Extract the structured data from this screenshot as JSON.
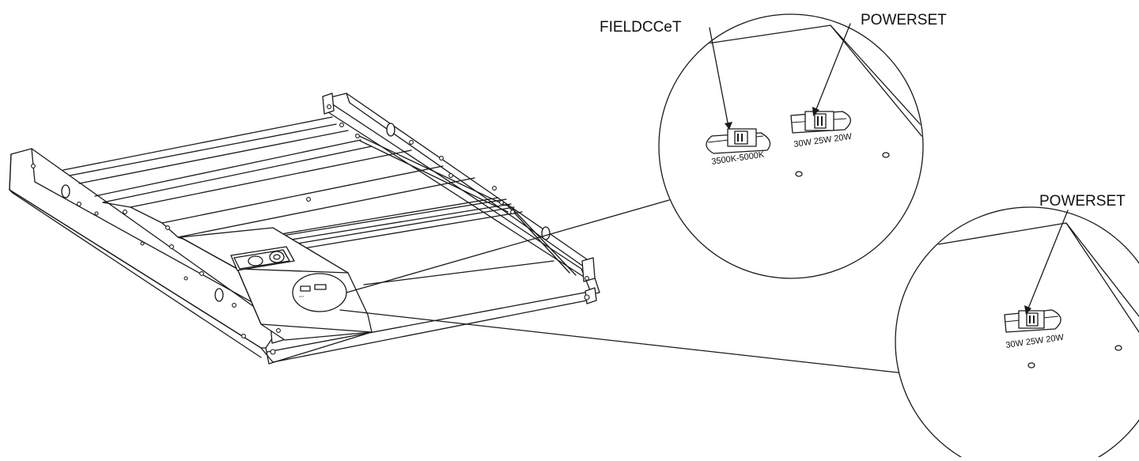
{
  "labels": {
    "field_cct": "FIELDCCeT",
    "powerset_top": "POWERSET",
    "powerset_bottom": "POWERSET"
  },
  "switches": {
    "cct_range": "3500K-5000K",
    "power_options": "30W 25W 20W"
  },
  "colors": {
    "line": "#1a1a1a",
    "background": "#ffffff"
  }
}
